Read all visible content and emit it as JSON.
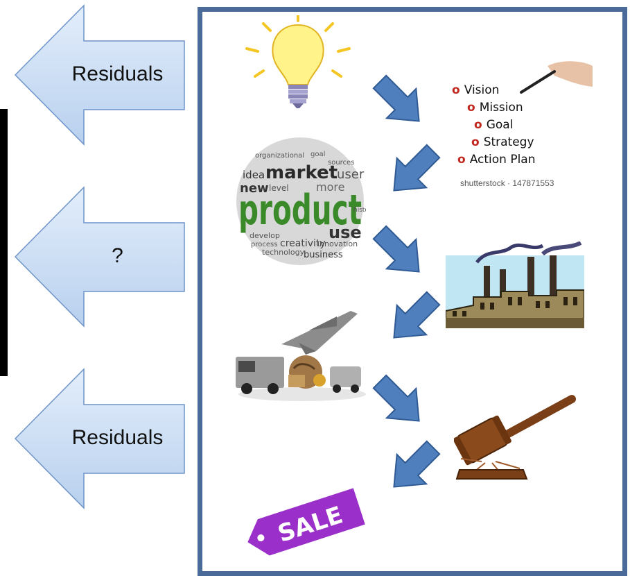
{
  "side_arrows": [
    {
      "label": "Residuals"
    },
    {
      "label": "?"
    },
    {
      "label": "Residuals"
    }
  ],
  "vmap": {
    "lines": [
      "Vision",
      "Mission",
      "Goal",
      "Strategy",
      "Action Plan"
    ],
    "caption": "shutterstock · 147871553"
  },
  "cloud_words": {
    "big": "product",
    "mid": "market",
    "small": [
      "new",
      "level",
      "idea",
      "user",
      "more",
      "use",
      "creativity",
      "business",
      "innovation",
      "develop",
      "process",
      "technology",
      "goal",
      "sources",
      "organizational",
      "history"
    ]
  },
  "sale_tag": "SALE",
  "colors": {
    "side_arrow_fill": "#cfe0f7",
    "side_arrow_stroke": "#6f94c8",
    "frame_border": "#4a6a9a",
    "flow_arrow": "#4f7fbd",
    "cloud_green": "#3a8a2a",
    "sale_purple": "#9b2fc9"
  },
  "icons": [
    "lightbulb-icon",
    "factory-icon",
    "transport-icon",
    "gavel-icon",
    "sale-tag-icon"
  ]
}
